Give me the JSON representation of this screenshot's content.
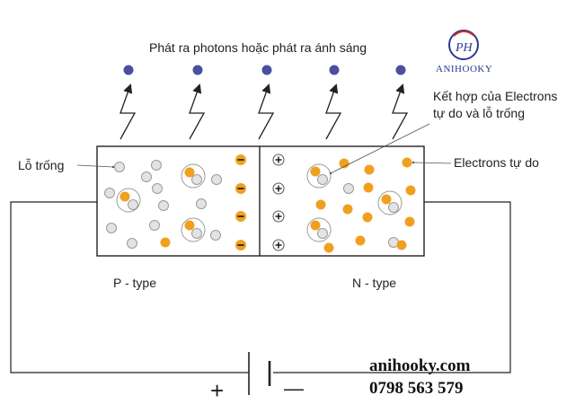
{
  "title": "Phát ra photons hoặc phát ra ánh sáng",
  "labels": {
    "hole": "Lỗ trống",
    "recombination_line1": "Kết hợp của Electrons",
    "recombination_line2": "tự do và lỗ trống",
    "free_electrons": "Electrons tự do",
    "p_type": "P - type",
    "n_type": "N - type",
    "plus_terminal": "+",
    "minus_terminal": "—"
  },
  "watermark": {
    "site": "anihooky.com",
    "phone": "0798 563 579"
  },
  "logo": {
    "monogram": "PH",
    "name": "ANIHOOKY"
  },
  "colors": {
    "photon": "#4a4f9e",
    "electron": "#f0a020",
    "hole_fill": "#e3e3e3",
    "hole_stroke": "#9a9a9a",
    "line": "#222222"
  },
  "icons": {
    "negative_charge": "minus-circle-icon",
    "positive_charge": "plus-circle-icon",
    "photon_emission": "zigzag-arrow-icon"
  },
  "particle_counts": {
    "photons": 5,
    "negative_ions": 4,
    "positive_ions": 4,
    "recombination_pairs": 6
  }
}
